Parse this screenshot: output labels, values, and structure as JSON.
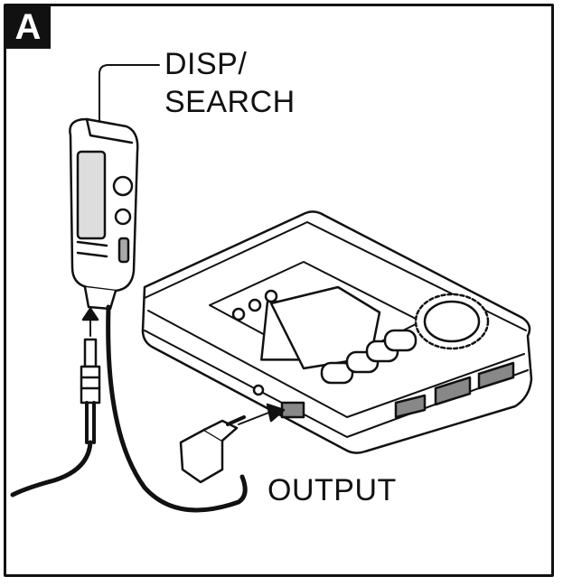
{
  "badge": "A",
  "labels": {
    "disp": "DISP/",
    "search": "SEARCH",
    "output": "OUTPUT"
  },
  "colors": {
    "line": "#111111",
    "fill": "#ffffff",
    "shade": "#888888"
  }
}
